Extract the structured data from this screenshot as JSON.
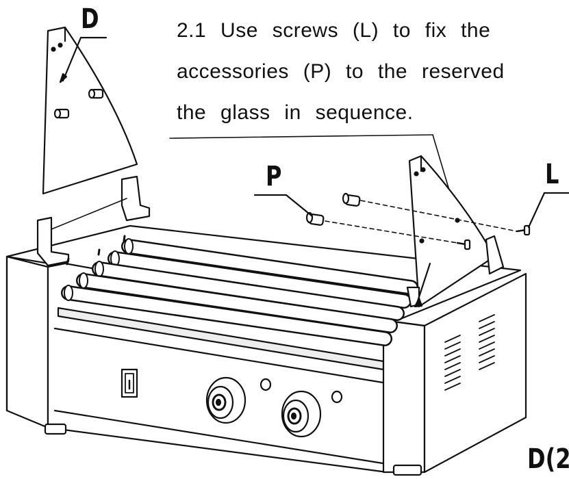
{
  "instruction": {
    "lines": [
      "2.1 Use screws (L) to fix the",
      "accessories (P) to the reserved",
      "the glass in sequence."
    ]
  },
  "callouts": {
    "d_label": "D",
    "p_label": "P",
    "l_label": "L",
    "d_count_label": "D(2"
  },
  "colors": {
    "line": "#111111",
    "fill": "#ffffff",
    "shade": "#d9d9d9",
    "dark": "#333333"
  }
}
